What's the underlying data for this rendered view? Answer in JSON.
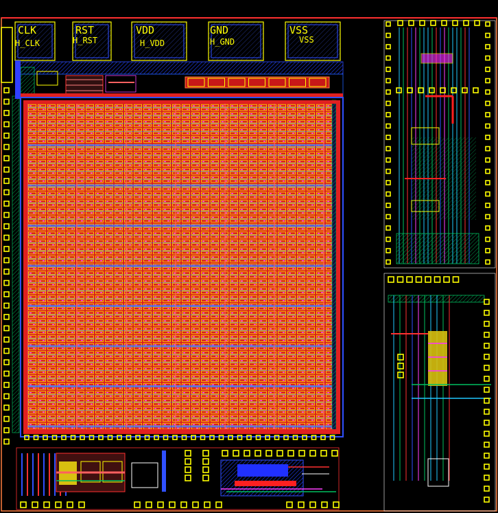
{
  "pads": [
    {
      "id": "clk",
      "name": "CLK",
      "net": "H_CLK"
    },
    {
      "id": "rst",
      "name": "RST",
      "net": "H_RST"
    },
    {
      "id": "vdd",
      "name": "VDD",
      "net": "H_VDD"
    },
    {
      "id": "gnd",
      "name": "GND",
      "net": "H_GND"
    },
    {
      "id": "vss",
      "name": "VSS",
      "net": "VSS"
    }
  ],
  "colors": {
    "background": "#000000",
    "metal_red": "#ff2020",
    "pad_yellow": "#ffff00",
    "metal_blue": "#1e5bff",
    "poly_green": "#00d060",
    "via_cyan": "#20c8ff",
    "contact_magenta": "#ff40ff",
    "boundary_orange": "#ff8040",
    "well_blue": "#3050ff"
  },
  "icons": {
    "pad_cell": "square-outline",
    "io_pad": "yellow-square"
  }
}
